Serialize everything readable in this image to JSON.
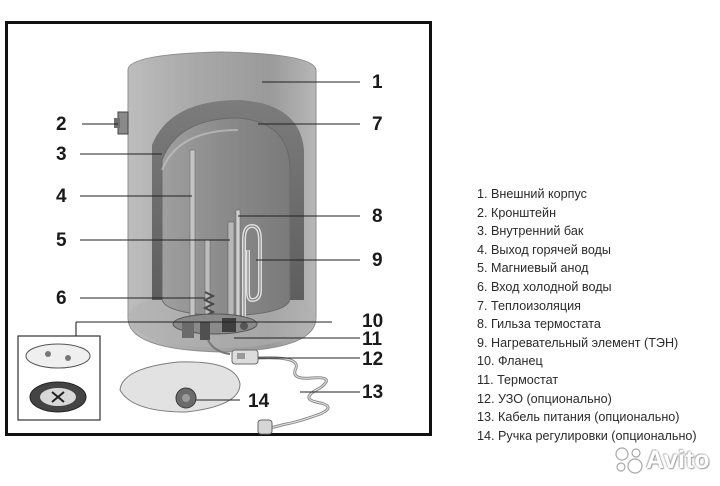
{
  "diagram": {
    "callouts": [
      {
        "id": "1",
        "label": "1"
      },
      {
        "id": "2",
        "label": "2"
      },
      {
        "id": "3",
        "label": "3"
      },
      {
        "id": "4",
        "label": "4"
      },
      {
        "id": "5",
        "label": "5"
      },
      {
        "id": "6",
        "label": "6"
      },
      {
        "id": "7",
        "label": "7"
      },
      {
        "id": "8",
        "label": "8"
      },
      {
        "id": "9",
        "label": "9"
      },
      {
        "id": "10",
        "label": "10"
      },
      {
        "id": "11",
        "label": "11"
      },
      {
        "id": "12",
        "label": "12"
      },
      {
        "id": "13",
        "label": "13"
      },
      {
        "id": "14",
        "label": "14"
      }
    ]
  },
  "legend": {
    "items": [
      "1.  Внешний корпус",
      "2.  Кронштейн",
      "3.  Внутренний бак",
      "4.  Выход горячей воды",
      "5.  Магниевый анод",
      "6.  Вход холодной воды",
      "7.  Теплоизоляция",
      "8.  Гильза термостата",
      "9.  Нагревательный элемент (ТЭН)",
      "10. Фланец",
      "11. Термостат",
      "12. УЗО (опционально)",
      "13. Кабель питания (опционально)",
      "14. Ручка регулировки (опционально)"
    ]
  },
  "watermark": {
    "text": "Avito",
    "icon": "avito-logo-icon"
  },
  "colors": {
    "tank_body": "#a8a8a8",
    "inner_tank": "#8c8c8c",
    "insulation": "#6f6f6f",
    "frame": "#111111",
    "callout_line": "#222222"
  }
}
